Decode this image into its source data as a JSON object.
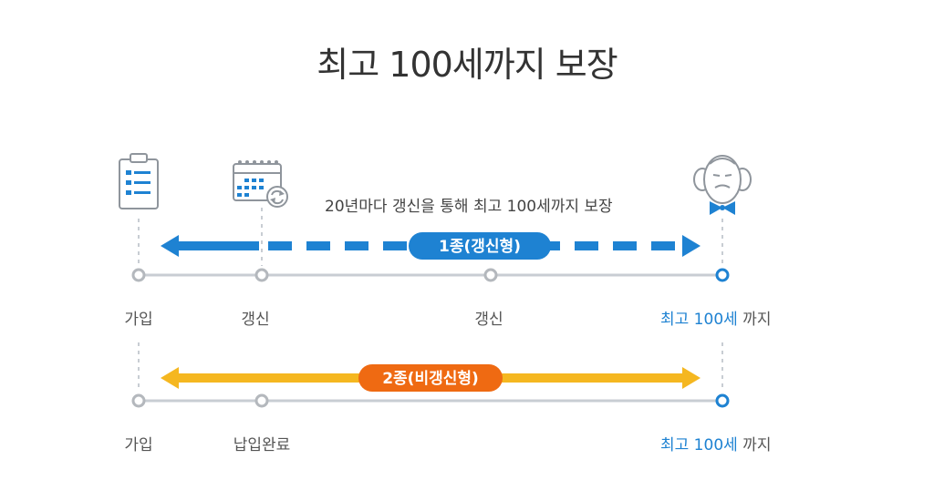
{
  "title": "최고 100세까지 보장",
  "subtitle": "20년마다 갱신을 통해 최고 100세까지 보장",
  "plan1": {
    "badge": "1종(갱신형)",
    "labels": {
      "join": "가입",
      "renew1": "갱신",
      "renew2": "갱신",
      "end_highlight": "최고 100세",
      "end_rest": " 까지"
    }
  },
  "plan2": {
    "badge": "2종(비갱신형)",
    "labels": {
      "join": "가입",
      "paid": "납입완료",
      "end_highlight": "최고 100세",
      "end_rest": " 까지"
    }
  },
  "icons": {
    "clipboard": "clipboard-icon",
    "calendar": "calendar-renew-icon",
    "elder": "elderly-man-icon"
  },
  "colors": {
    "blue": "#1e82d2",
    "orange_bar": "#f5b720",
    "orange_badge": "#ef6a12",
    "timeline": "#c8cdd3",
    "node": "#b4b8bd",
    "highlight": "#1e82d2"
  }
}
